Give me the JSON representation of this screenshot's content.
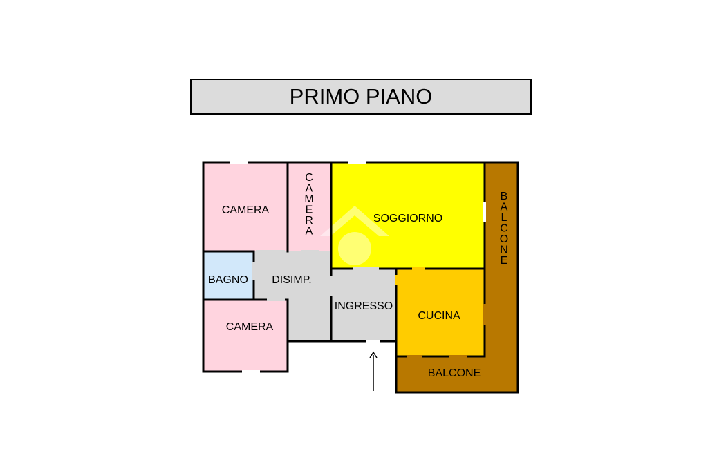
{
  "title": "PRIMO PIANO",
  "rooms": {
    "camera_top": "CAMERA",
    "camera_narrow": "CAMERA",
    "soggiorno": "SOGGIORNO",
    "bagno": "BAGNO",
    "disimpegno": "DISIMP.",
    "ingresso": "INGRESSO",
    "cucina": "CUCINA",
    "camera_bottom": "CAMERA",
    "balcone_side": "BALCONE",
    "balcone_bottom": "BALCONE"
  },
  "colors": {
    "camera": "#ffd4df",
    "bagno": "#d2e8fa",
    "distribution": "#d8d8d8",
    "soggiorno": "#ffff00",
    "cucina": "#ffcc00",
    "balcone": "#b87800",
    "title_bg": "#dcdcdc",
    "wall": "#000000",
    "watermark": "#ffffff"
  },
  "icons": {
    "entrance": "arrow-up-icon",
    "watermark": "house-logo-watermark"
  }
}
